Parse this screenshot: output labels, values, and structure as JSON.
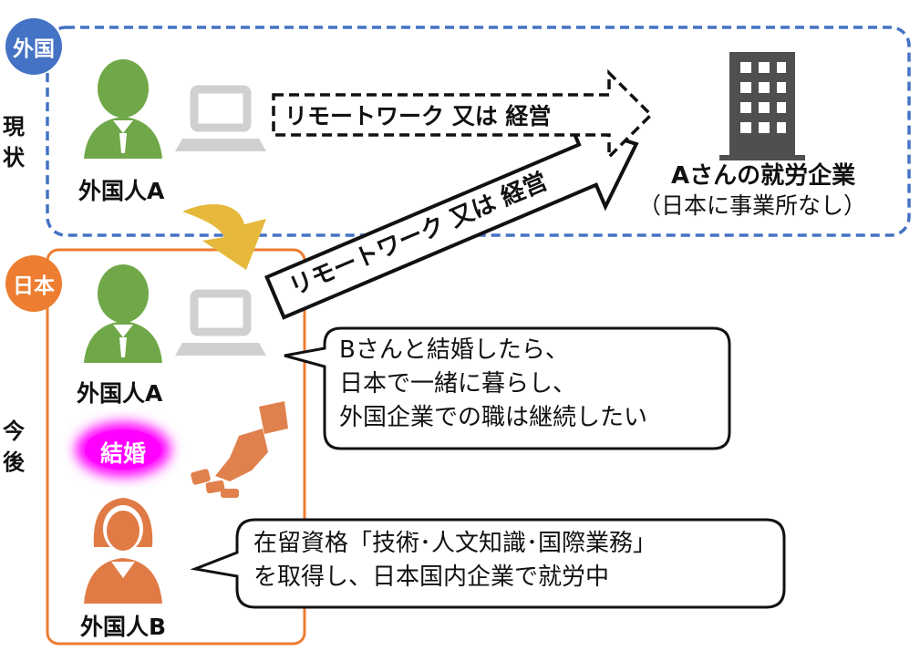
{
  "regions": {
    "foreign": {
      "label": "外国",
      "color": "#4472C4"
    },
    "japan": {
      "label": "日本",
      "color": "#ED7D31"
    }
  },
  "side_labels": {
    "current": "現状",
    "future": "今後"
  },
  "persons": {
    "a_top_label": "外国人A",
    "a_bottom_label": "外国人A",
    "b_label": "外国人B"
  },
  "company": {
    "name": "Aさんの就労企業",
    "note": "（日本に事業所なし）",
    "icon": "office-building-icon"
  },
  "arrows": {
    "top_label": "リモートワーク 又は 経営",
    "diagonal_label": "リモートワーク 又は 経営"
  },
  "marriage_badge": "結婚",
  "bubbles": {
    "person_a": "Bさんと結婚したら、\n日本で一緒に暮らし、\n外国企業での職は継続したい",
    "person_b": "在留資格「技術･人文知識･国際業務」\nを取得し、日本国内企業で就労中"
  },
  "colors": {
    "person_a": "#70A849",
    "person_b": "#E07B45",
    "laptop": "#D0D0D0",
    "building": "#4F4F4F",
    "move_arrow": "#E6B93C",
    "japan_map": "#E0814D",
    "badge": "#FF00FF"
  }
}
